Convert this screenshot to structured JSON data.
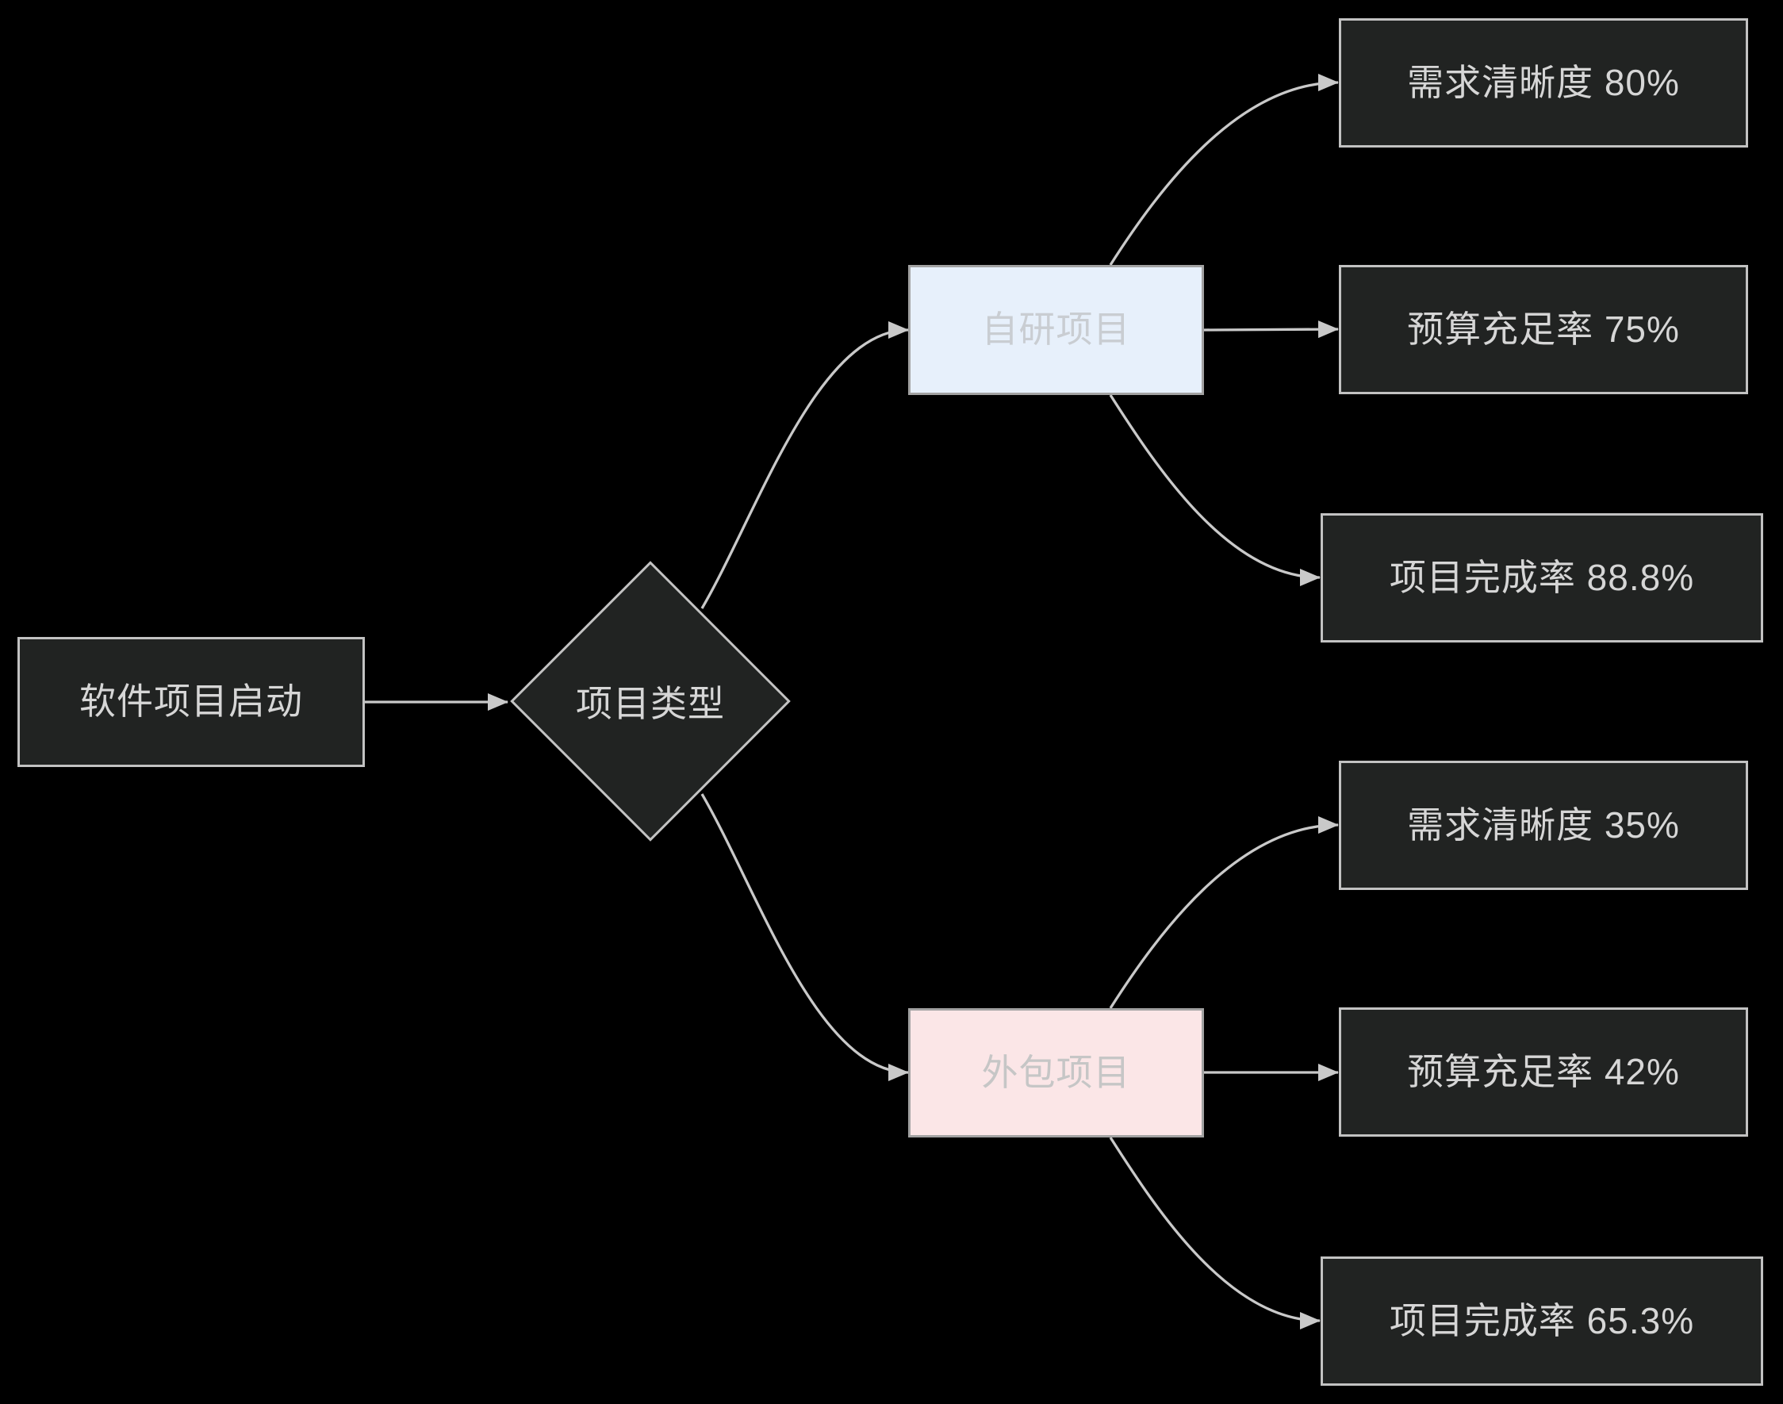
{
  "diagram": {
    "type": "flowchart-decision-tree",
    "orientation": "left-to-right",
    "nodes": {
      "start": {
        "label": "软件项目启动",
        "shape": "rectangle",
        "variant": "dark"
      },
      "decision": {
        "label": "项目类型",
        "shape": "diamond",
        "variant": "dark"
      },
      "self_dev": {
        "label": "自研项目",
        "shape": "rectangle",
        "variant": "blue"
      },
      "outsourced": {
        "label": "外包项目",
        "shape": "rectangle",
        "variant": "pink"
      },
      "self_dev_metrics": [
        {
          "label": "需求清晰度 80%",
          "metric": "需求清晰度",
          "value": "80%"
        },
        {
          "label": "预算充足率 75%",
          "metric": "预算充足率",
          "value": "75%"
        },
        {
          "label": "项目完成率 88.8%",
          "metric": "项目完成率",
          "value": "88.8%"
        }
      ],
      "outsourced_metrics": [
        {
          "label": "需求清晰度 35%",
          "metric": "需求清晰度",
          "value": "35%"
        },
        {
          "label": "预算充足率 42%",
          "metric": "预算充足率",
          "value": "42%"
        },
        {
          "label": "项目完成率 65.3%",
          "metric": "项目完成率",
          "value": "65.3%"
        }
      ]
    },
    "edges": [
      {
        "from": "start",
        "to": "decision"
      },
      {
        "from": "decision",
        "to": "self_dev"
      },
      {
        "from": "decision",
        "to": "outsourced"
      },
      {
        "from": "self_dev",
        "to": "self_dev_metrics.0"
      },
      {
        "from": "self_dev",
        "to": "self_dev_metrics.1"
      },
      {
        "from": "self_dev",
        "to": "self_dev_metrics.2"
      },
      {
        "from": "outsourced",
        "to": "outsourced_metrics.0"
      },
      {
        "from": "outsourced",
        "to": "outsourced_metrics.1"
      },
      {
        "from": "outsourced",
        "to": "outsourced_metrics.2"
      }
    ],
    "colors": {
      "bg": "#000000",
      "node_fill": "#212322",
      "node_border": "#c2c2c2",
      "node_text": "#d6d6d6",
      "self_dev_fill": "#e7f0fb",
      "self_dev_text": "#c9cdd2",
      "outsourced_fill": "#fbe6e7",
      "outsourced_text": "#c6c6c6",
      "colored_border": "#a2a2a2",
      "edge_color": "#c9c9c9"
    }
  }
}
